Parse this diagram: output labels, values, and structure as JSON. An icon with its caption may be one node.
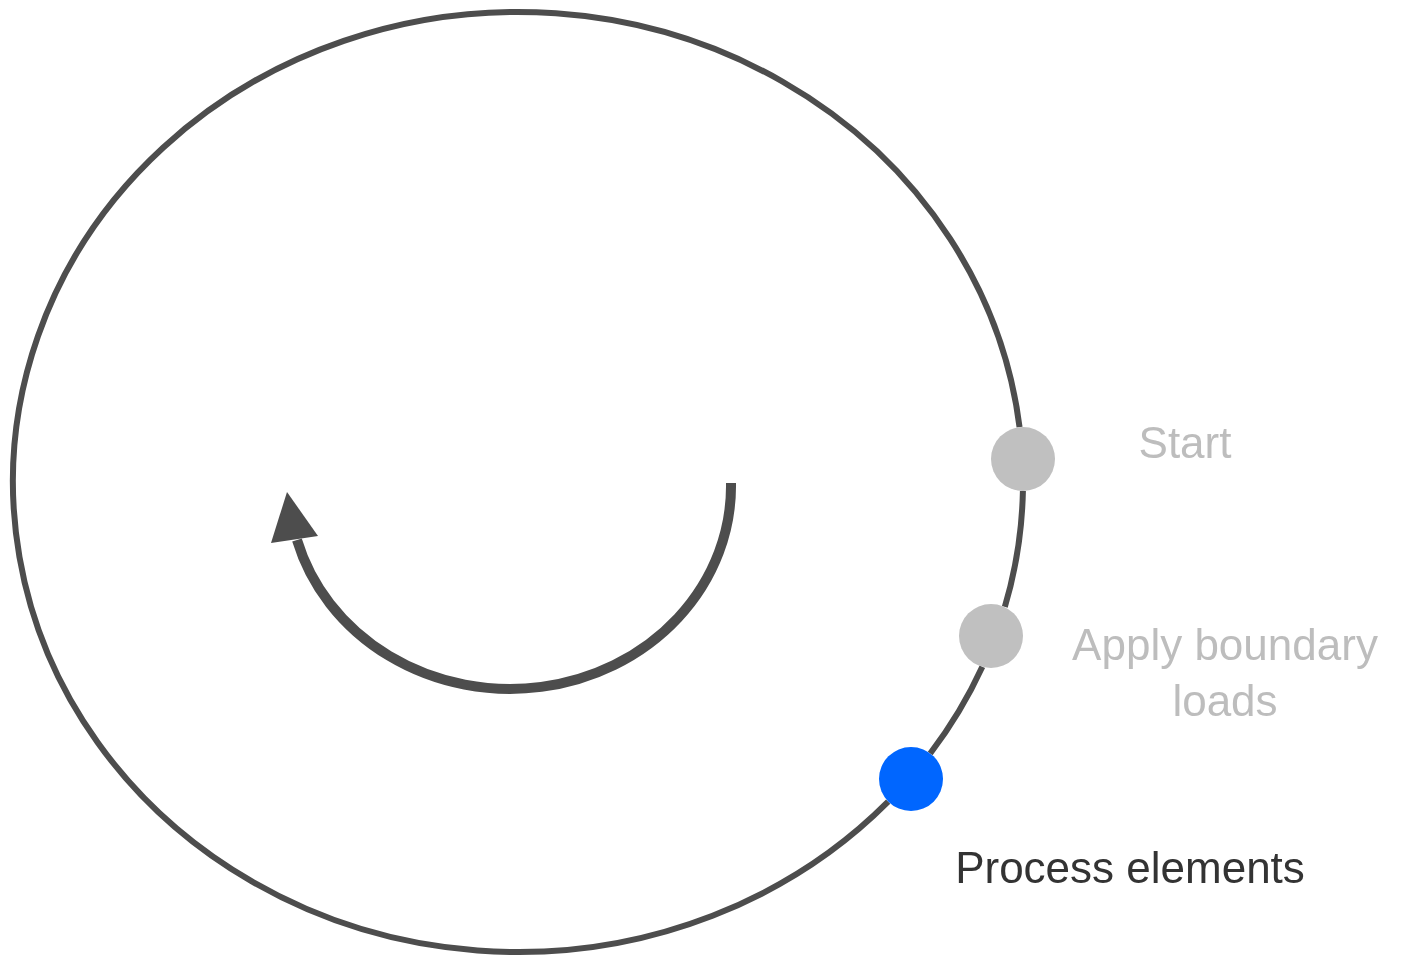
{
  "diagram": {
    "nodes": [
      {
        "text": [],
        "shape": "circle",
        "beside": [
          "Start"
        ]
      },
      {
        "text": [],
        "shape": "circle",
        "beside": [
          "Apply boundary loads"
        ]
      },
      {
        "text": [],
        "shape": "circle",
        "beside": [
          "Process elements"
        ]
      }
    ],
    "edges": [
      {
        "from": 0,
        "to": 1,
        "arrow": "none"
      },
      {
        "from": 1,
        "to": 2,
        "arrow": "none"
      },
      {
        "from": 2,
        "to": 0,
        "arrow": "none"
      }
    ]
  }
}
